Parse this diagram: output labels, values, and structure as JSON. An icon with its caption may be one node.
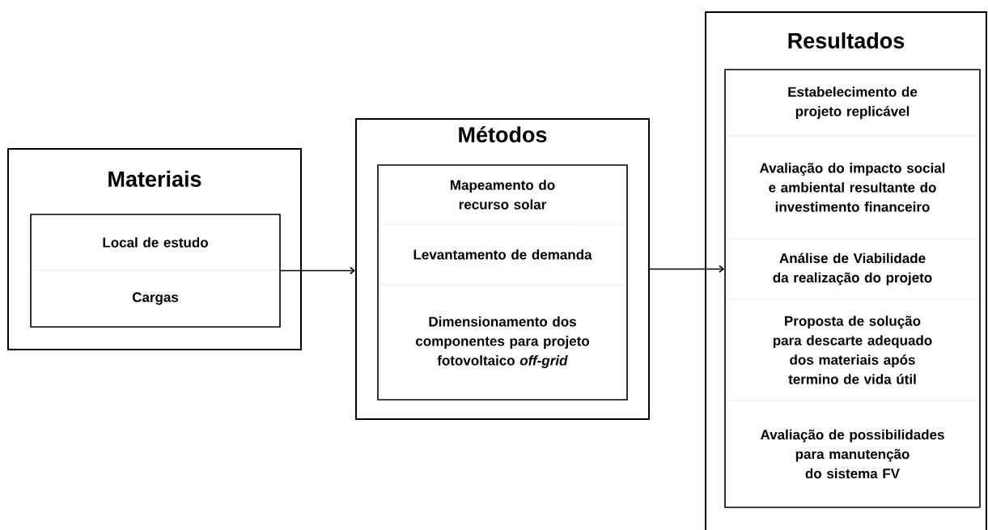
{
  "diagram": {
    "nodes": [
      {
        "text": [
          "Materiais"
        ]
      },
      {
        "text": [],
        "shape": "box",
        "in": 0
      },
      {
        "text": [
          "Local de estudo"
        ],
        "in": 1
      },
      {
        "text": [
          "Cargas"
        ],
        "in": 1
      },
      {
        "text": [
          "Métodos"
        ]
      },
      {
        "text": [],
        "shape": "box",
        "in": 4
      },
      {
        "text": [
          "Mapeamento do recurso solar"
        ],
        "in": 5
      },
      {
        "text": [
          "Levantamento de demanda"
        ],
        "in": 5
      },
      {
        "text": [
          "Dimensionamento dos componentes para projeto fotovoltaico *off-grid*"
        ],
        "in": 5
      },
      {
        "text": [
          "Resultados"
        ]
      },
      {
        "text": [],
        "shape": "box",
        "in": 9
      },
      {
        "text": [
          "Estabelecimento de projeto replicável"
        ],
        "in": 10
      },
      {
        "text": [
          "Avaliação do impacto social e ambiental resultante do investimento financeiro"
        ],
        "in": 10
      },
      {
        "text": [
          "Análise de Viabilidade da realização do projeto"
        ],
        "in": 10
      },
      {
        "text": [
          "Proposta de solução para descarte adequado dos materiais após termino de vida útil"
        ],
        "in": 10
      },
      {
        "text": [
          "Avaliação de possibilidades para manutenção do sistema FV"
        ],
        "in": 10
      }
    ],
    "edges": [
      {
        "from": 1,
        "to": 4,
        "arrow": "to"
      },
      {
        "from": 4,
        "to": 10,
        "arrow": "to"
      }
    ]
  }
}
